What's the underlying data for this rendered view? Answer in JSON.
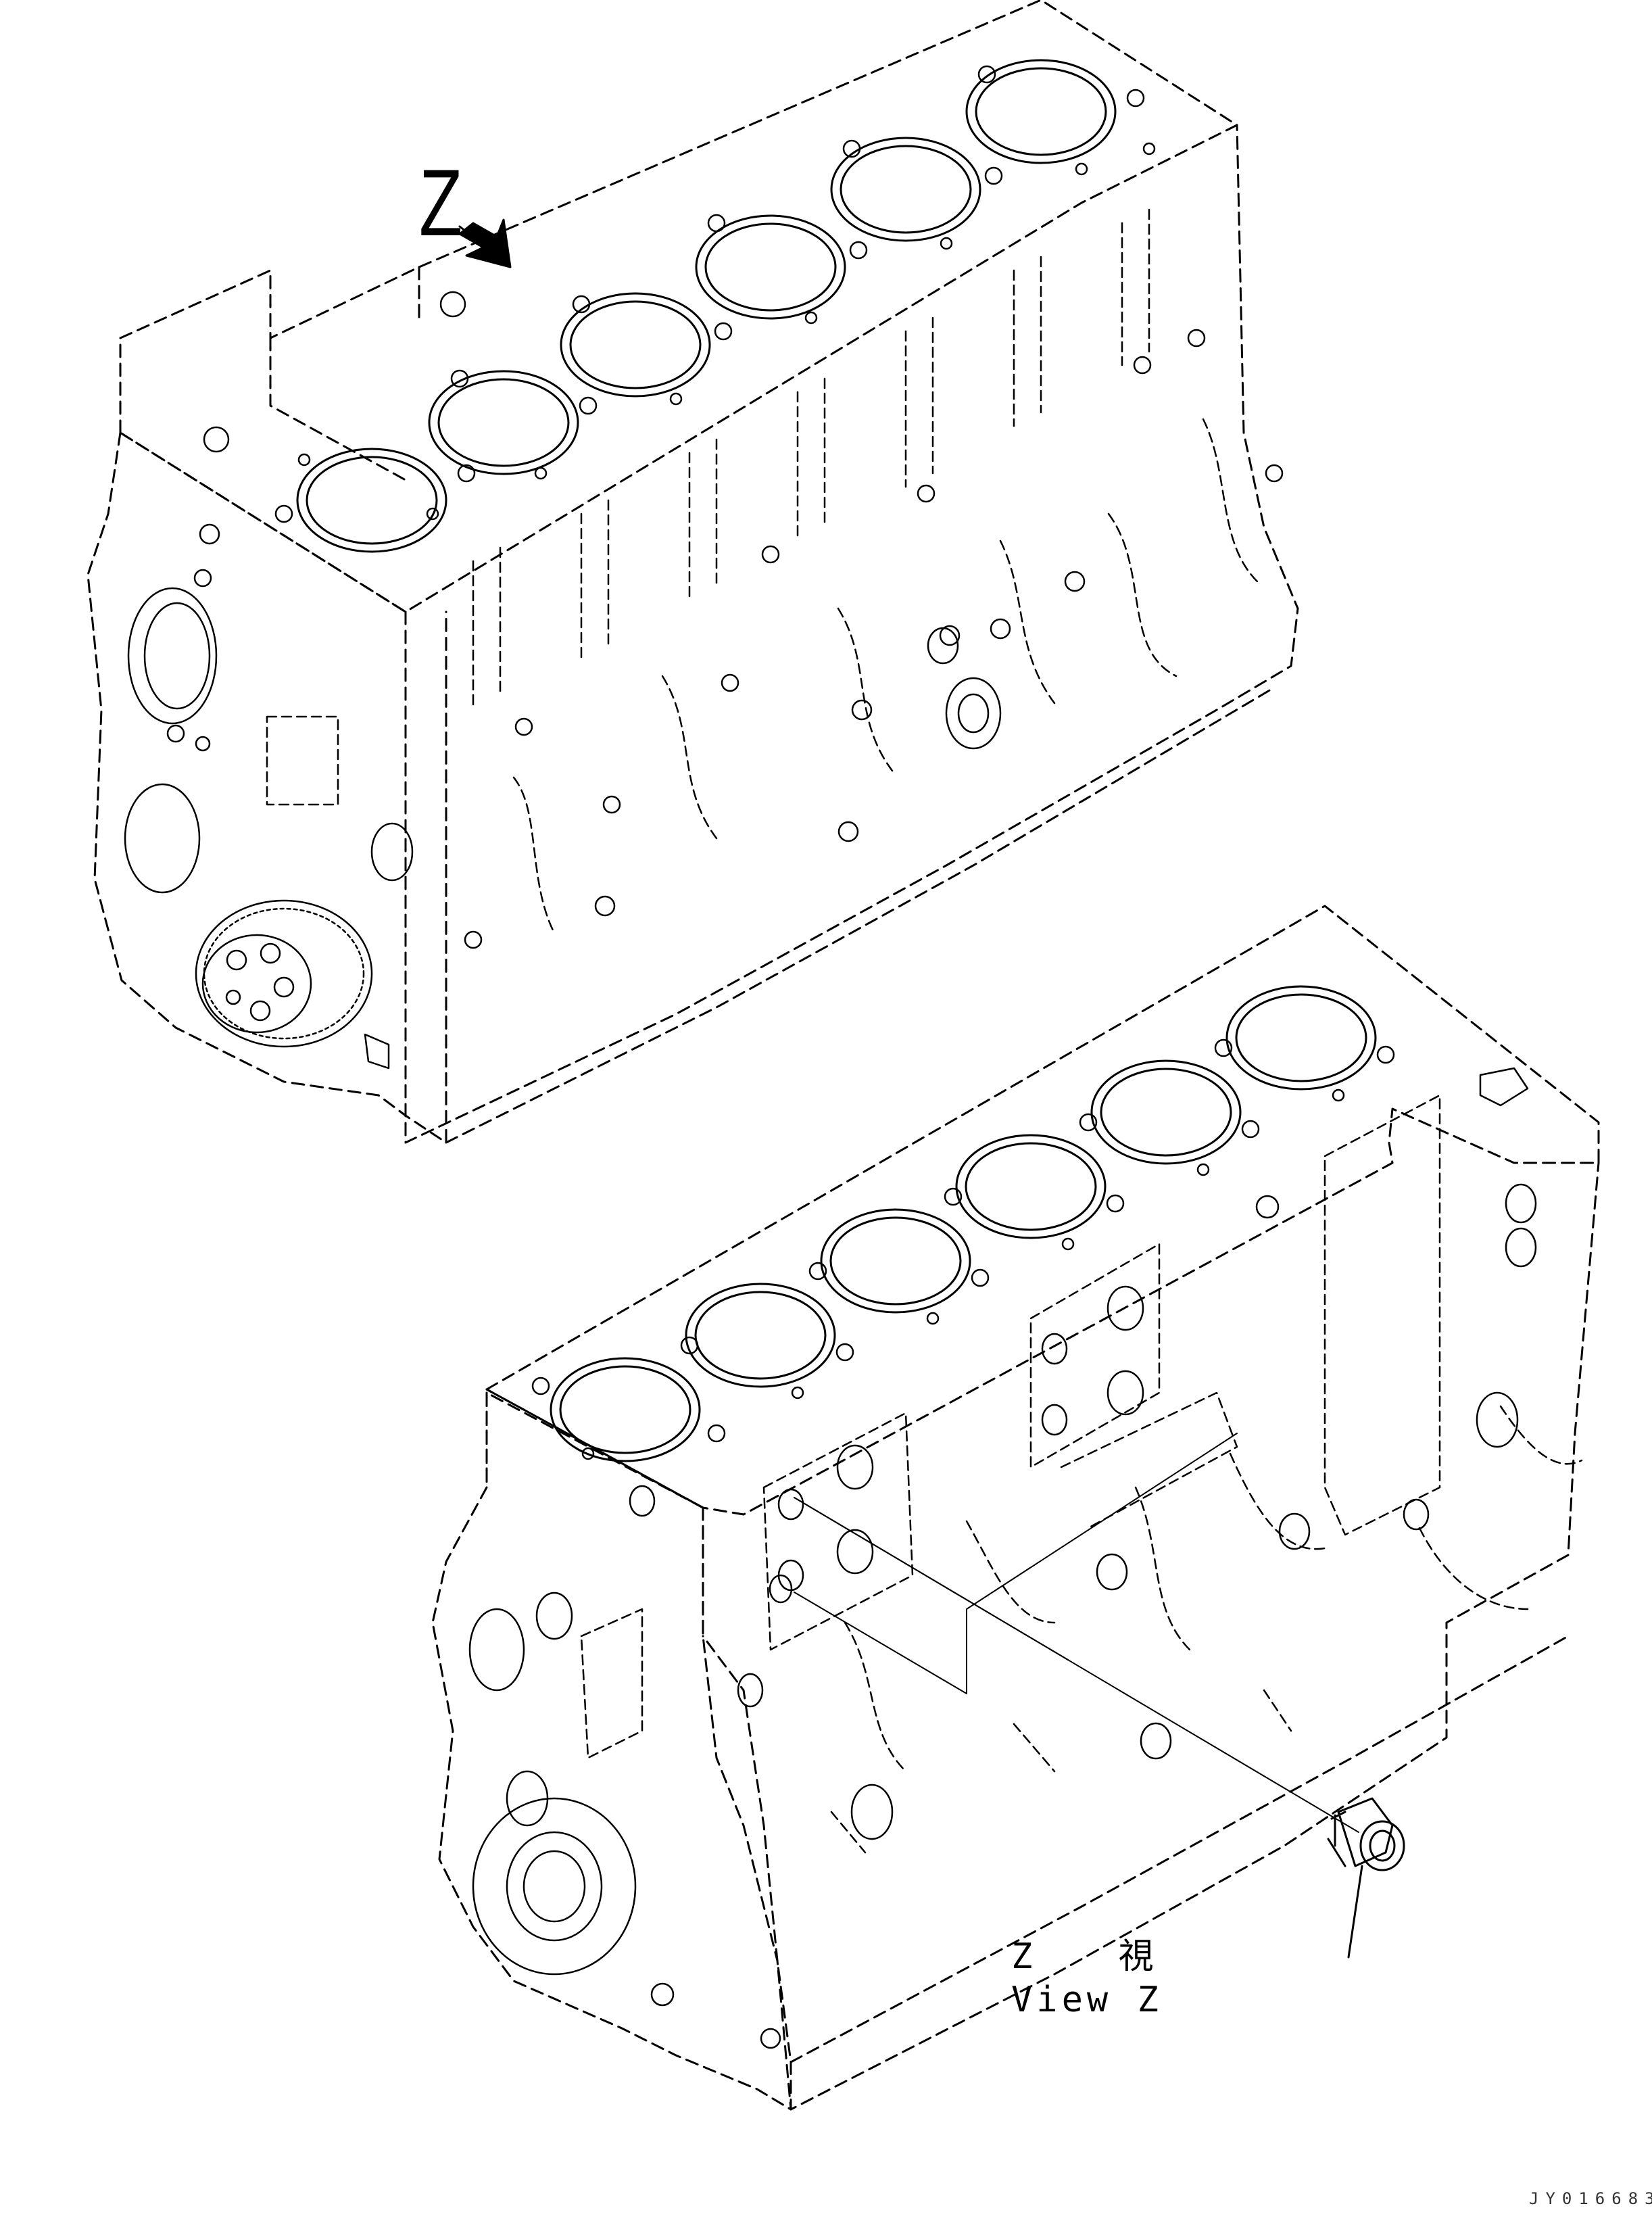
{
  "labels": {
    "view_letter": "Z",
    "caption_jp": "Z 視",
    "caption_en": "View Z",
    "drawing_id": "JY016683"
  },
  "colors": {
    "line": "#000000",
    "background": "#ffffff"
  },
  "parts": [
    "engine-block-top-view",
    "engine-block-view-z",
    "plug"
  ]
}
